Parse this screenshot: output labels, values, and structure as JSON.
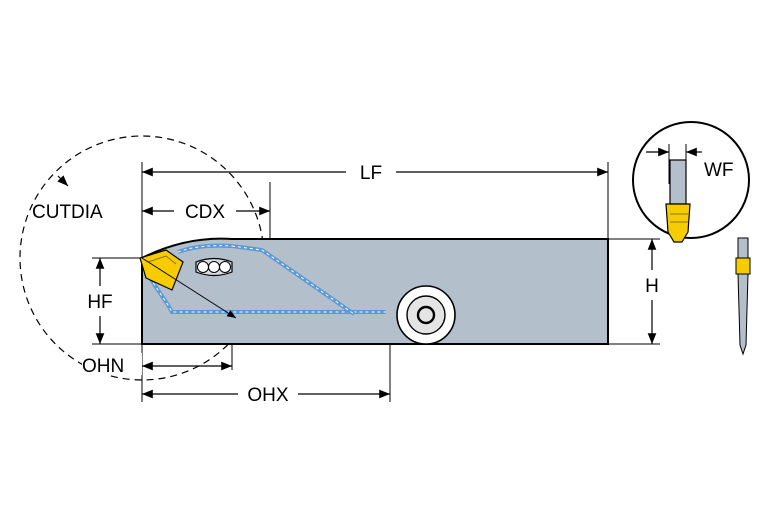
{
  "labels": {
    "cutdia": "CUTDIA",
    "cdx": "CDX",
    "lf": "LF",
    "wf": "WF",
    "h": "H",
    "hf": "HF",
    "ohn": "OHN",
    "ohx": "OHX"
  },
  "colors": {
    "body": "#b4bfcc",
    "outline": "#000000",
    "coolant": "#5a98d6",
    "insert": "#f6cc00",
    "screw": "#ffffff"
  }
}
